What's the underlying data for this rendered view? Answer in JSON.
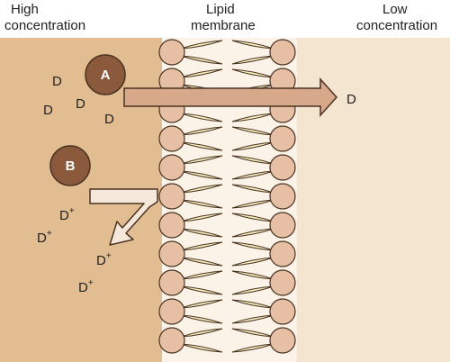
{
  "labels": {
    "high_line1": "High",
    "high_line2": "concentration",
    "lipid_line1": "Lipid",
    "lipid_line2": "membrane",
    "low_line1": "Low",
    "low_line2": "concentration"
  },
  "particles": {
    "A": "A",
    "B": "B",
    "neutral_drug": "D",
    "ionized_drug_base": "D",
    "ionized_drug_charge": "+"
  },
  "colors": {
    "high_concentration_bg": "#e3bd92",
    "low_concentration_bg": "#f4e5d0",
    "lipid_head": "#e7bfa4",
    "lipid_tail": "#f6efbd",
    "particle_circle": "#8b5a3c",
    "arrow_a_fill": "#d7a98a",
    "arrow_b_fill": "#f5e7da"
  }
}
